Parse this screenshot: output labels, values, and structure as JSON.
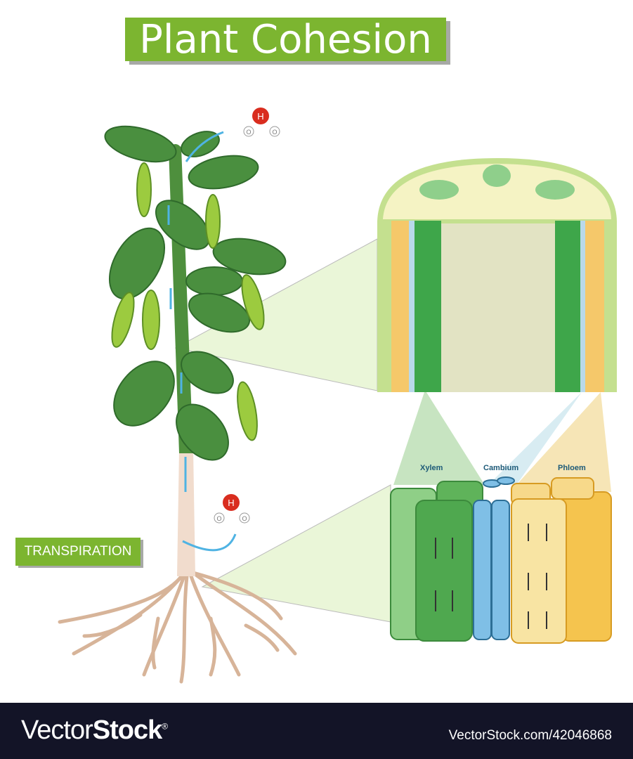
{
  "title": "Plant Cohesion",
  "side_label": "TRANSPIRATION",
  "tissue_labels": {
    "xylem": "Xylem",
    "cambium": "Cambium",
    "phloem": "Phloem"
  },
  "molecule": {
    "center": "H",
    "left": "O",
    "right": "O"
  },
  "footer": {
    "brand_light": "Vector",
    "brand_bold": "Stock",
    "brand_mark": "®",
    "image_id": "VectorStock.com/42046868"
  },
  "colors": {
    "title_green": "#7cb530",
    "footer_bg": "#131427",
    "arrow_blue": "#4fb3e3",
    "label_teal": "#1d5a78"
  }
}
